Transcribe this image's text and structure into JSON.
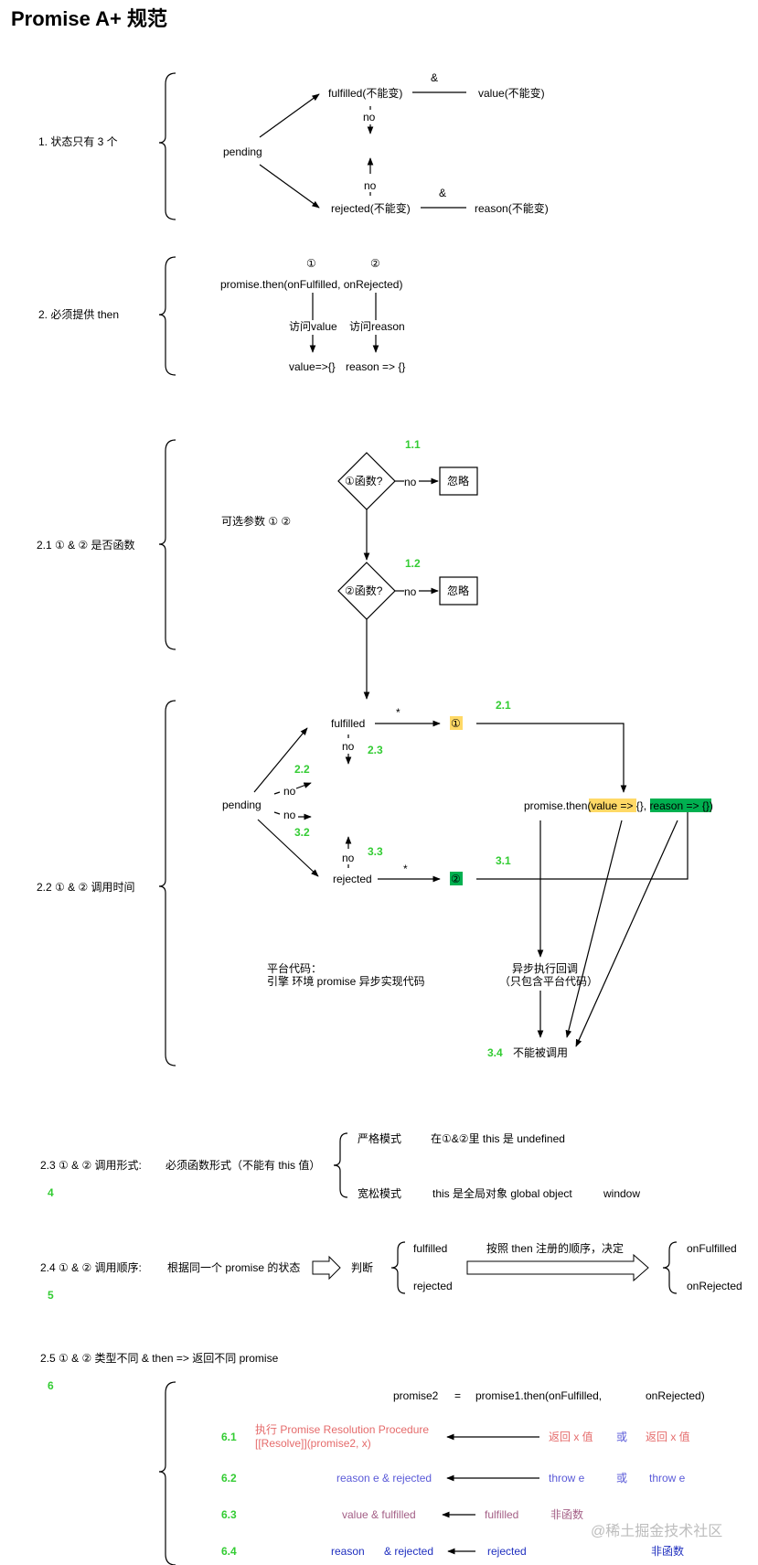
{
  "page_title": "Promise A+ 规范",
  "watermark": "@稀土掘金技术社区",
  "colors": {
    "label_green": "#33cc33",
    "highlight_yellow": "#ffd966",
    "highlight_green": "#00b050",
    "text_red": "#e56b6b",
    "text_blue": "#5a5ad8",
    "text_mauve": "#a35f86"
  },
  "s1": {
    "label": "1. 状态只有 3 个",
    "pending": "pending",
    "fulfilled": "fulfilled(不能变)",
    "rejected": "rejected(不能变)",
    "value": "value(不能变)",
    "reason": "reason(不能变)",
    "amp": "&",
    "no": "no"
  },
  "s2": {
    "label": "2. 必须提供 then",
    "circle1": "①",
    "circle2": "②",
    "signature": "promise.then(onFulfilled, onRejected)",
    "access_value": "访问value",
    "access_reason": "访问reason",
    "value_fn": "value=>{}",
    "reason_fn": "reason => {}"
  },
  "s21": {
    "label": "2.1 ① & ② 是否函数",
    "optional": "可选参数 ① ②",
    "tag1": "1.1",
    "tag2": "1.2",
    "diamond1": "①函数?",
    "diamond2": "②函数?",
    "no": "no",
    "ignore": "忽略"
  },
  "s22": {
    "label": "2.2 ① & ② 调用时间",
    "pending": "pending",
    "fulfilled": "fulfilled",
    "rejected": "rejected",
    "star": "*",
    "no": "no",
    "tag_21": "2.1",
    "tag_22": "2.2",
    "tag_23": "2.3",
    "tag_32": "3.2",
    "tag_33": "3.3",
    "tag_31": "3.1",
    "tag_34": "3.4",
    "circle1": "①",
    "circle2": "②",
    "then_prefix": "promise.then(",
    "then_value": "value => {}",
    "then_comma": ", ",
    "then_reason": "reason => {}",
    "then_suffix": ")",
    "platform_line1": "平台代码：",
    "platform_line2": "引擎 环境 promise 异步实现代码",
    "async_line1": "异步执行回调",
    "async_line2": "（只包含平台代码）",
    "cannot_call": "不能被调用"
  },
  "s23": {
    "label": "2.3 ① & ② 调用形式:",
    "tag": "4",
    "must": "必须函数形式（不能有 this 值）",
    "strict": "严格模式",
    "strict_desc": "在①&②里 this 是 undefined",
    "sloppy": "宽松模式",
    "sloppy_desc": "this 是全局对象 global object",
    "window": "window"
  },
  "s24": {
    "label": "2.4 ① & ② 调用顺序:",
    "tag": "5",
    "by_state": "根据同一个 promise 的状态",
    "judge": "判断",
    "fulfilled": "fulfilled",
    "rejected": "rejected",
    "order": "按照 then 注册的顺序，决定",
    "onFulfilled": "onFulfilled",
    "onRejected": "onRejected"
  },
  "s25": {
    "label": "2.5 ① & ② 类型不同 & then => 返回不同 promise",
    "tag": "6",
    "p2": "promise2",
    "eq": "=",
    "p1then": "promise1.then(onFulfilled,",
    "onRejected": "onRejected)",
    "r61_tag": "6.1",
    "r61_line1": "执行 Promise Resolution Procedure",
    "r61_line2": "[[Resolve]](promise2, x)",
    "r61_ret": "返回 x 值",
    "or": "或",
    "r62_tag": "6.2",
    "r62_reason": "reason e  &  rejected",
    "r62_throw": "throw e",
    "r63_tag": "6.3",
    "r63_value": "value    &  fulfilled",
    "r63_fulfilled": "fulfilled",
    "r63_nonfn": "非函数",
    "r64_tag": "6.4",
    "r64_reason": "reason",
    "r64_amp": "&  rejected",
    "r64_rejected": "rejected",
    "r64_nonfn": "非函数"
  }
}
